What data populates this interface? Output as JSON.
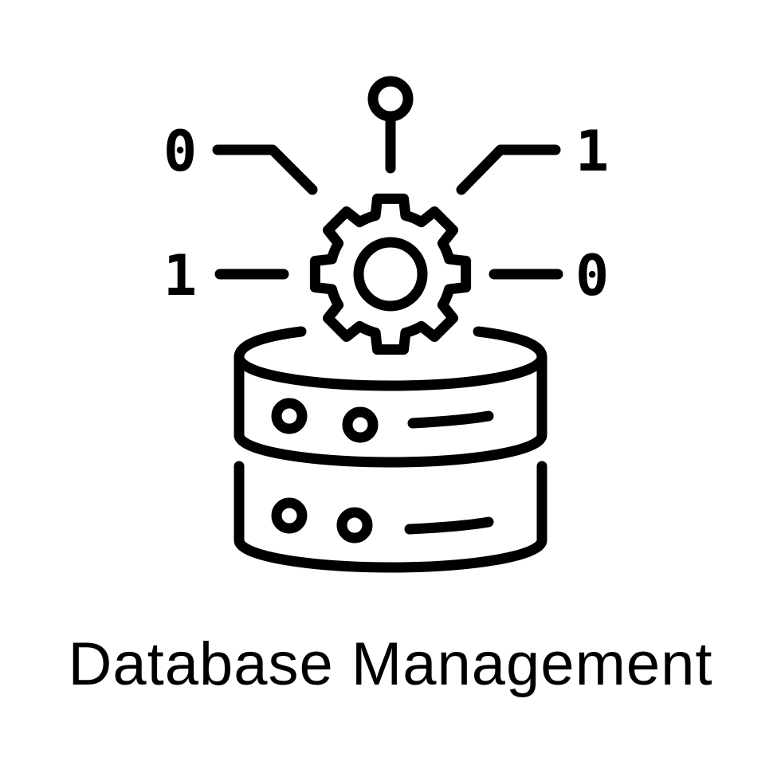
{
  "icon": {
    "name": "database-management-icon",
    "stroke_color": "#000000",
    "background": "#ffffff",
    "binary_digits": {
      "top_left": "0",
      "top_right": "1",
      "mid_left": "1",
      "mid_right": "0"
    }
  },
  "caption": "Database Management"
}
